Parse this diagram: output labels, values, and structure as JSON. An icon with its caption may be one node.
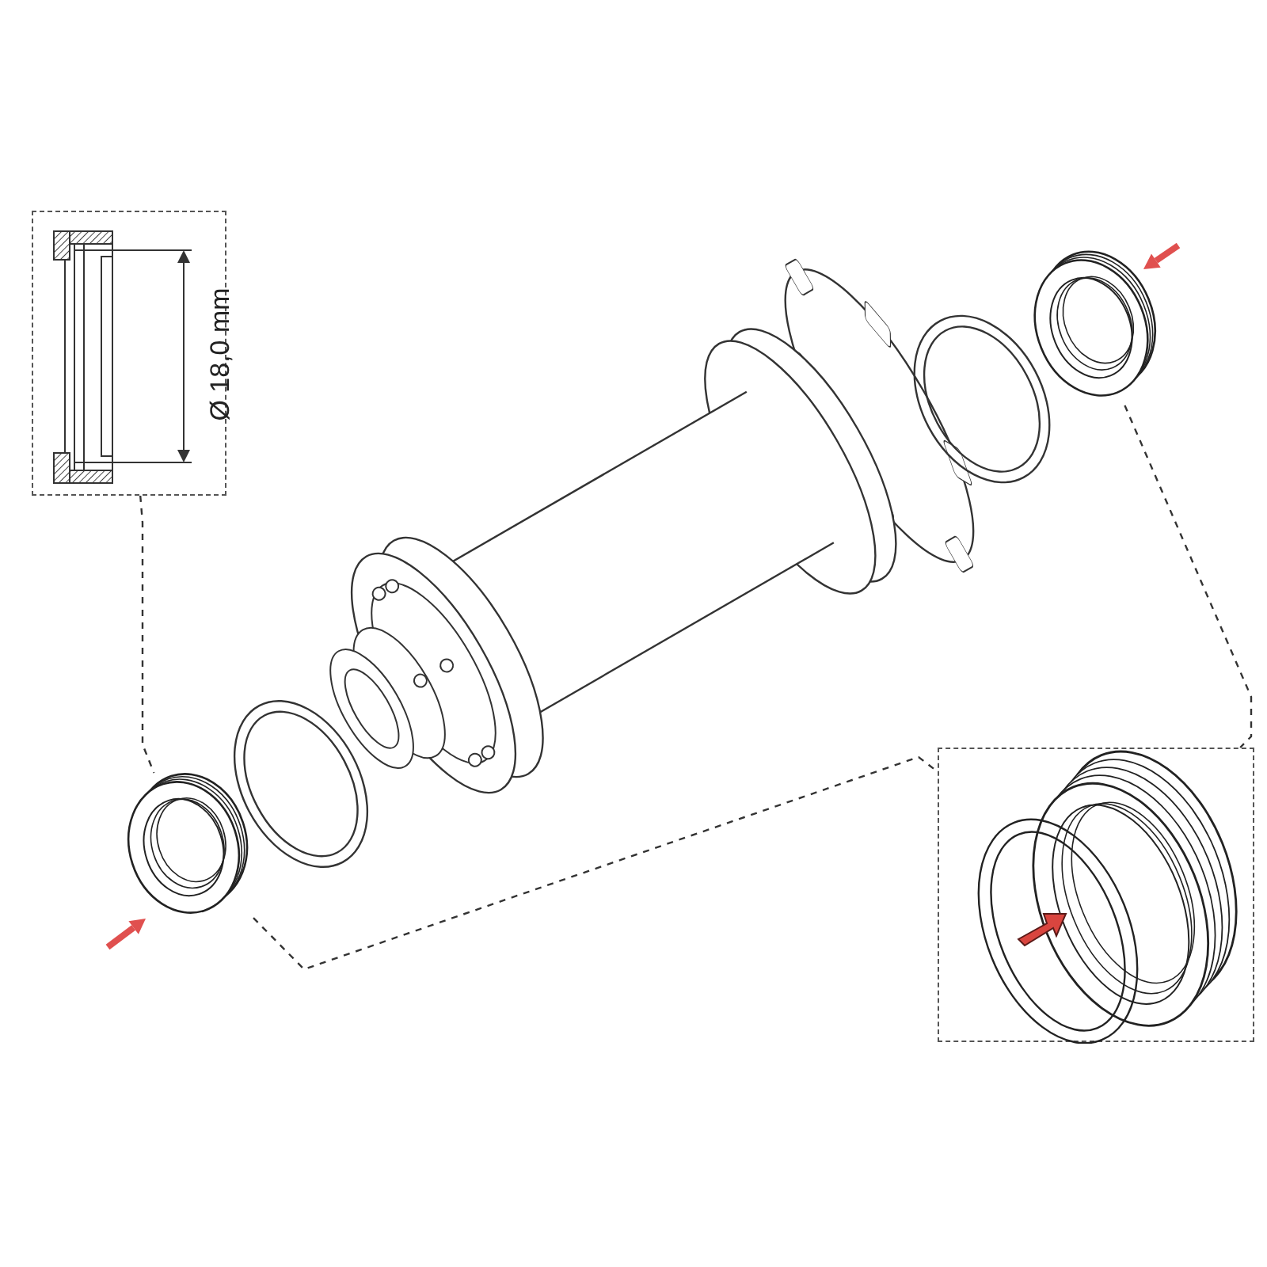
{
  "diagram": {
    "nodes": [
      {
        "text": [],
        "shape": "box"
      },
      {
        "text": [],
        "shape": "picture"
      },
      {
        "text": [],
        "shape": "picture"
      },
      {
        "text": [],
        "shape": "box"
      }
    ],
    "edges": [
      {
        "from": 0,
        "to": 1,
        "arrow": "none",
        "style": "dashed"
      },
      {
        "from": 1,
        "to": 3,
        "arrow": "none",
        "style": "dashed"
      },
      {
        "from": 2,
        "to": 3,
        "arrow": "none",
        "style": "dashed"
      }
    ],
    "labels": [
      "Ø 18,0 mm"
    ]
  }
}
